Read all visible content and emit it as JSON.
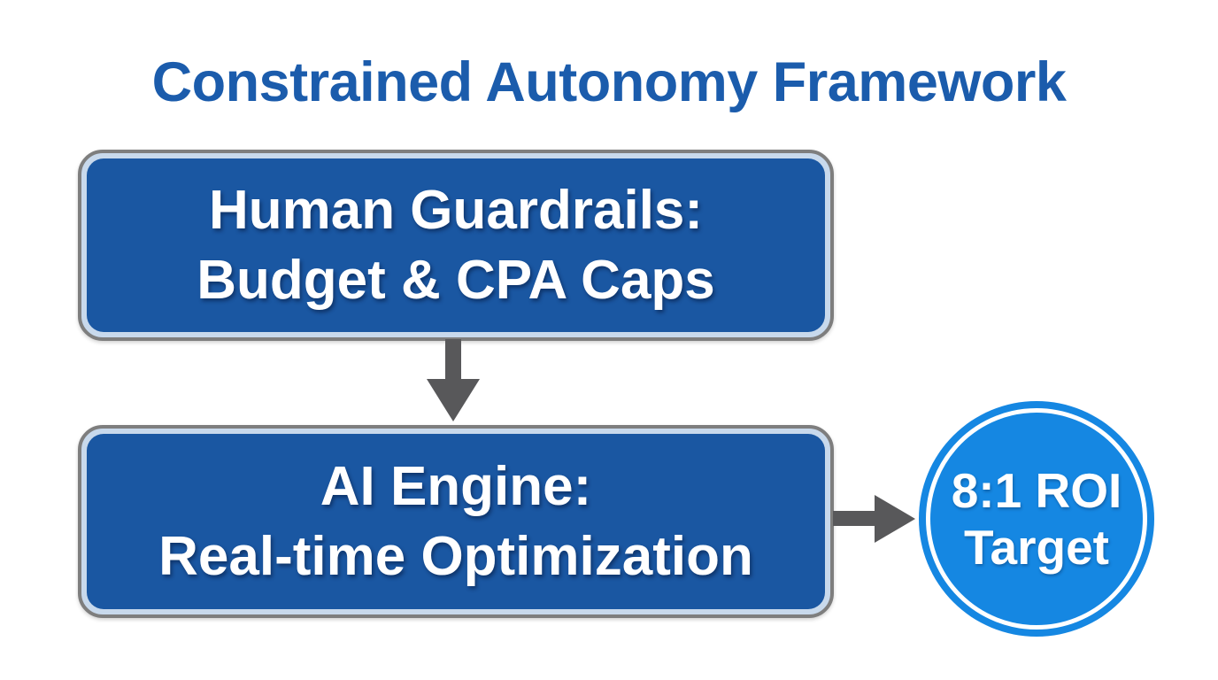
{
  "title": "Constrained Autonomy Framework",
  "nodes": {
    "guardrails": {
      "line1": "Human Guardrails:",
      "line2": "Budget & CPA Caps"
    },
    "ai_engine": {
      "line1": "AI Engine:",
      "line2": "Real-time Optimization"
    },
    "roi_target": {
      "line1": "8:1 ROI",
      "line2": "Target"
    }
  },
  "connectors": {
    "down_arrow": "guardrails-to-ai-engine",
    "right_arrow": "ai-engine-to-roi-target"
  },
  "colors": {
    "title_text": "#1b5cac",
    "box_fill": "#1a57a2",
    "box_inner_border": "#c8d9ec",
    "box_outer_border": "#7e7e7e",
    "node_text": "#ffffff",
    "arrow": "#58585a",
    "circle_fill": "#1587e2",
    "circle_ring": "#ffffff",
    "background": "#ffffff"
  }
}
